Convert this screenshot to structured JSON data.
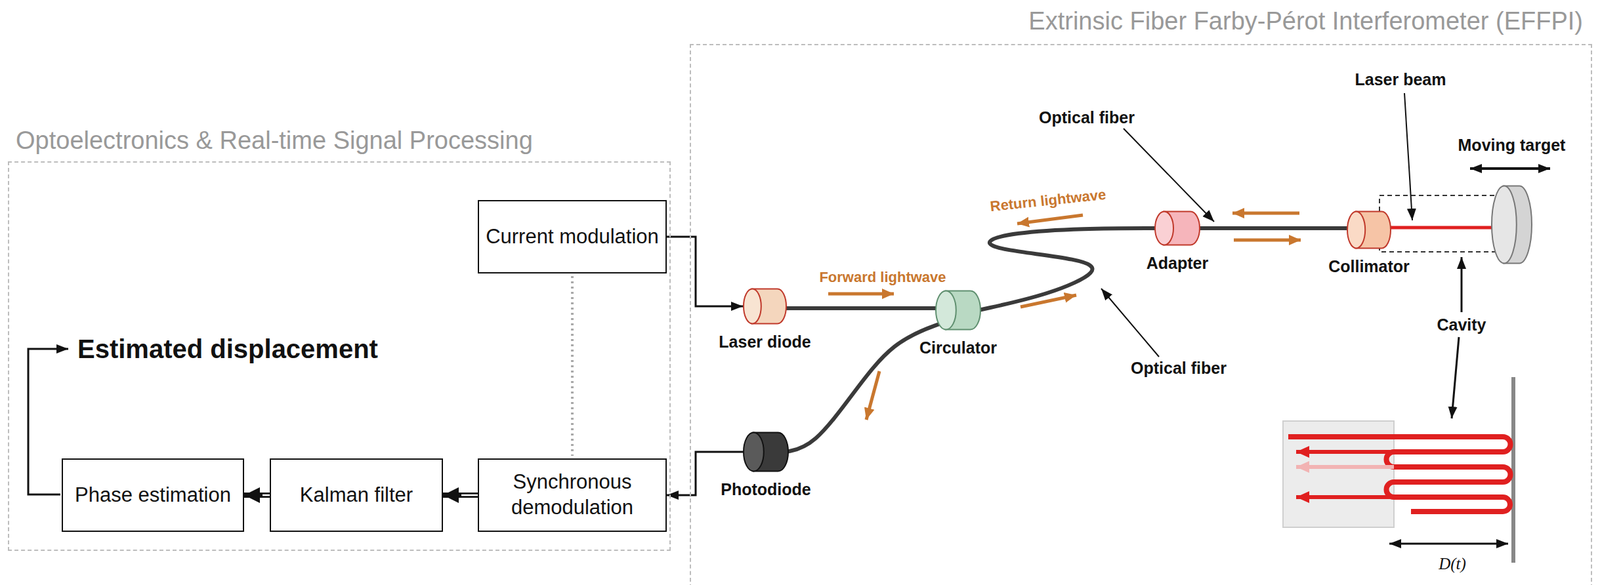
{
  "diagram": {
    "nodes": [
      {
        "text": [
          "Optoelectronics & Real-time Signal Processing"
        ]
      },
      {
        "text": [
          "Current modulation"
        ],
        "in": 0
      },
      {
        "text": [
          "Synchronous demodulation"
        ],
        "in": 0
      },
      {
        "text": [
          "Kalman filter"
        ],
        "in": 0
      },
      {
        "text": [
          "Phase estimation"
        ],
        "in": 0
      },
      {
        "text": [
          "Extrinsic Fiber Farby-Pérot Interferometer (EFFPI)"
        ]
      },
      {
        "text": [
          "Laser diode"
        ],
        "in": 5
      },
      {
        "text": [
          "Circulator"
        ],
        "in": 5
      },
      {
        "text": [
          "Photodiode"
        ],
        "in": 5
      },
      {
        "text": [
          "Adapter"
        ],
        "in": 5
      },
      {
        "text": [
          "Collimator"
        ],
        "in": 5
      },
      {
        "text": [
          "Moving target"
        ],
        "in": 5
      }
    ],
    "edges": [
      {
        "from": 1,
        "to": 6,
        "arrow": "to"
      },
      {
        "from": 6,
        "to": 7,
        "arrow": "none"
      },
      {
        "from": 7,
        "to": 9,
        "arrow": "none"
      },
      {
        "from": 9,
        "to": 10,
        "arrow": "none"
      },
      {
        "from": 7,
        "to": 8,
        "arrow": "none"
      },
      {
        "from": 8,
        "to": 2,
        "arrow": "to"
      },
      {
        "from": 2,
        "to": 3,
        "arrow": "to"
      },
      {
        "from": 3,
        "to": 4,
        "arrow": "to"
      },
      {
        "from": 1,
        "to": 2,
        "arrow": "none"
      }
    ],
    "labels": [
      "Estimated displacement",
      "Forward lightwave",
      "Return lightwave",
      "Optical fiber",
      "Optical fiber",
      "Laser beam",
      "Cavity",
      "D(t)"
    ]
  }
}
